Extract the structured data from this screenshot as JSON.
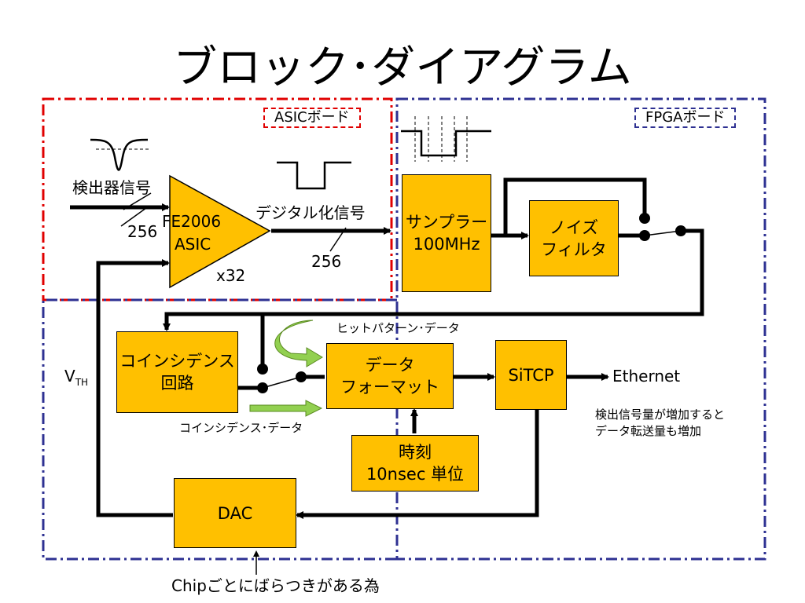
{
  "title": "ブロック･ダイアグラム",
  "regions": {
    "asic_board": "ASICボード",
    "fpga_board": "FPGAボード"
  },
  "blocks": {
    "asic": {
      "name": "FE2006",
      "sub": "ASIC",
      "count": "x32"
    },
    "sampler": {
      "line1": "サンプラー",
      "line2": "100MHz"
    },
    "noise_filter": "ノイズ\nフィルタ",
    "coincidence": "コインシデンス\n回路",
    "data_format": "データ\nフォーマット",
    "sitcp": "SiTCP",
    "timer": "時刻\n10nsec 単位",
    "dac": "DAC"
  },
  "labels": {
    "detector_signal": "検出器信号",
    "channels_in": "256",
    "digital_signal": "デジタル化信号",
    "channels_out": "256",
    "hit_pattern": "ヒットパターン･データ",
    "coincidence_data": "コインシデンス･データ",
    "ethernet": "Ethernet",
    "vth": "V",
    "vth_sub": "TH",
    "note": "検出信号量が増加すると\nデータ転送量も増加",
    "chip_note": "Chipごとにばらつきがある為"
  },
  "colors": {
    "block_fill": "#FFC000",
    "asic_border": "#E00000",
    "fpga_border": "#2E3192",
    "green_arrow": "#92D050"
  }
}
